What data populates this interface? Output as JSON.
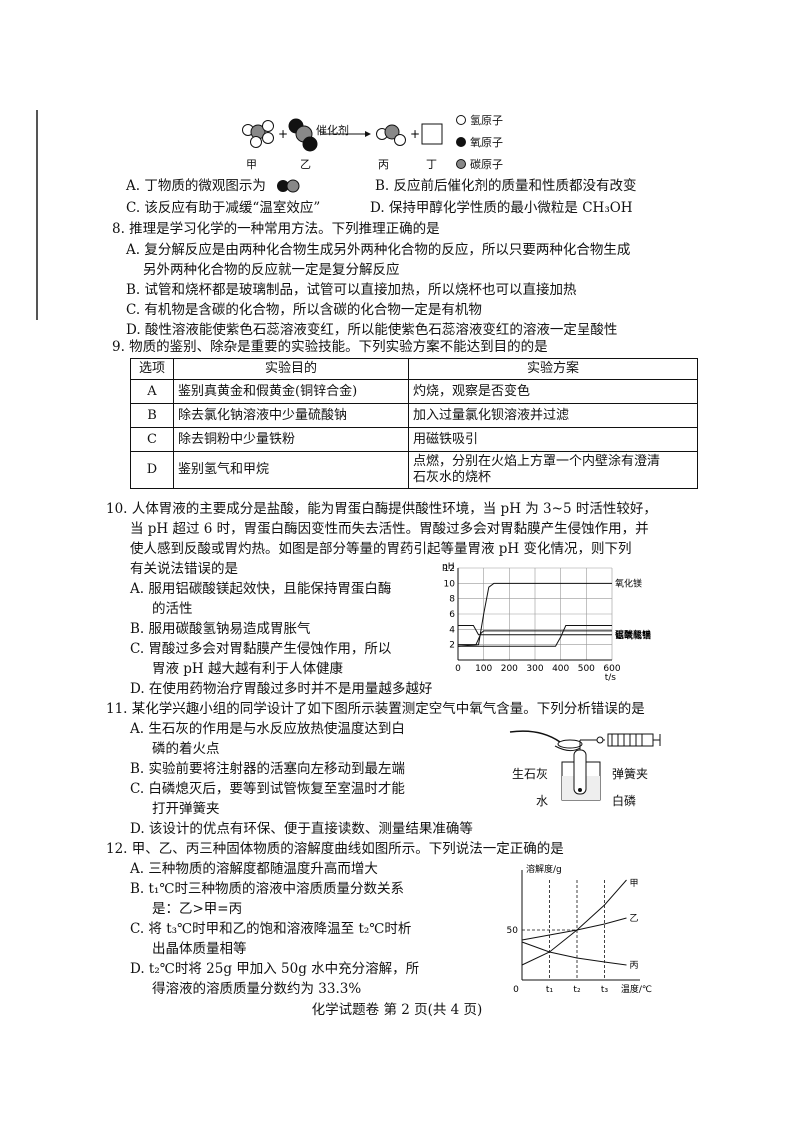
{
  "q7": {
    "mol_labels": [
      "甲",
      "乙",
      "丙",
      "丁"
    ],
    "catalyst": "催化剂",
    "legend": [
      {
        "icon": "hydrogen-atom",
        "label": "氢原子"
      },
      {
        "icon": "oxygen-atom",
        "label": "氧原子"
      },
      {
        "icon": "carbon-atom",
        "label": "碳原子"
      }
    ],
    "options": {
      "A": "A. 丁物质的微观图示为",
      "B": "B. 反应前后催化剂的质量和性质都没有改变",
      "C": "C. 该反应有助于减缓“温室效应”",
      "D": "D. 保持甲醇化学性质的最小微粒是 CH₃OH"
    }
  },
  "q8": {
    "stem": "8. 推理是学习化学的一种常用方法。下列推理正确的是",
    "A1": "A. 复分解反应是由两种化合物生成另外两种化合物的反应，所以只要两种化合物生成",
    "A2": "另外两种化合物的反应就一定是复分解反应",
    "B": "B. 试管和烧杯都是玻璃制品，试管可以直接加热，所以烧杯也可以直接加热",
    "C": "C. 有机物是含碳的化合物，所以含碳的化合物一定是有机物",
    "D": "D. 酸性溶液能使紫色石蕊溶液变红，所以能使紫色石蕊溶液变红的溶液一定呈酸性"
  },
  "q9": {
    "stem": "9. 物质的鉴别、除杂是重要的实验技能。下列实验方案不能达到目的的是",
    "headers": [
      "选项",
      "实验目的",
      "实验方案"
    ],
    "rows": [
      {
        "opt": "A",
        "aim": "鉴别真黄金和假黄金(铜锌合金)",
        "plan1": "灼烧，观察是否变色",
        "plan2": ""
      },
      {
        "opt": "B",
        "aim": "除去氯化钠溶液中少量硫酸钠",
        "plan1": "加入过量氯化钡溶液并过滤",
        "plan2": ""
      },
      {
        "opt": "C",
        "aim": "除去铜粉中少量铁粉",
        "plan1": "用磁铁吸引",
        "plan2": ""
      },
      {
        "opt": "D",
        "aim": "鉴别氢气和甲烷",
        "plan1": "点燃，分别在火焰上方罩一个内壁涂有澄清",
        "plan2": "石灰水的烧杯"
      }
    ]
  },
  "q10": {
    "l1": "10. 人体胃液的主要成分是盐酸，能为胃蛋白酶提供酸性环境，当 pH 为 3~5 时活性较好，",
    "l2": "当 pH 超过 6 时，胃蛋白酶因变性而失去活性。胃酸过多会对胃黏膜产生侵蚀作用，并",
    "l3": "使人感到反酸或胃灼热。如图是部分等量的胃药引起等量胃液 pH 变化情况，则下列",
    "l4": "有关说法错误的是",
    "A1": "A. 服用铝碳酸镁起效快，且能保持胃蛋白酶",
    "A2": "的活性",
    "B": "B. 服用碳酸氢钠易造成胃胀气",
    "C1": "C. 胃酸过多会对胃黏膜产生侵蚀作用，所以",
    "C2": "胃液 pH 越大越有利于人体健康",
    "D": "D. 在使用药物治疗胃酸过多时并不是用量越多越好"
  },
  "q11": {
    "stem": "11. 某化学兴趣小组的同学设计了如下图所示装置测定空气中氧气含量。下列分析错误的是",
    "A1": "A. 生石灰的作用是与水反应放热使温度达到白",
    "A2": "磷的着火点",
    "B": "B. 实验前要将注射器的活塞向左移动到最左端",
    "C1": "C. 白磷熄灭后，要等到试管恢复至室温时才能",
    "C2": "打开弹簧夹",
    "D": "D. 该设计的优点有环保、便于直接读数、测量结果准确等",
    "labels": {
      "quicklime": "生石灰",
      "clamp": "弹簧夹",
      "water": "水",
      "phosphorus": "白磷"
    }
  },
  "q12": {
    "stem": "12. 甲、乙、丙三种固体物质的溶解度曲线如图所示。下列说法一定正确的是",
    "A": "A. 三种物质的溶解度都随温度升高而增大",
    "B1": "B. t₁℃时三种物质的溶液中溶质质量分数关系",
    "B2": "是：乙>甲=丙",
    "C1": "C. 将 t₃℃时甲和乙的饱和溶液降温至 t₂℃时析",
    "C2": "出晶体质量相等",
    "D1": "D. t₂℃时将 25g 甲加入 50g 水中充分溶解，所",
    "D2": "得溶液的溶质质量分数约为 33.3%"
  },
  "footer": "化学试题卷  第 2 页(共 4 页)",
  "chart_data": [
    {
      "type": "line",
      "title": "",
      "xlabel": "t/s",
      "ylabel": "pH",
      "xlim": [
        0,
        600
      ],
      "ylim": [
        0,
        12
      ],
      "xticks": [
        "0",
        "100",
        "200",
        "300",
        "400",
        "500",
        "600"
      ],
      "yticks": [
        "2",
        "4",
        "6",
        "8",
        "10",
        "12"
      ],
      "grid": true,
      "series": [
        {
          "name": "氧化镁",
          "x": [
            0,
            80,
            100,
            120,
            140,
            600
          ],
          "y": [
            1.8,
            2,
            6,
            9.5,
            10,
            10
          ]
        },
        {
          "name": "碳酸氢钠",
          "x": [
            0,
            60,
            80,
            600
          ],
          "y": [
            4.5,
            4.5,
            3.3,
            3.3
          ]
        },
        {
          "name": "铝碳酸镁",
          "x": [
            0,
            70,
            90,
            100,
            600
          ],
          "y": [
            2,
            2,
            3.5,
            3.8,
            3.8
          ]
        },
        {
          "name": "氢氧化铝",
          "x": [
            0,
            380,
            400,
            420,
            600
          ],
          "y": [
            1.8,
            1.8,
            3,
            4.5,
            4.5
          ]
        }
      ]
    },
    {
      "type": "line",
      "title": "",
      "xlabel": "温度/℃",
      "ylabel": "溶解度/g",
      "yticks": [
        "50"
      ],
      "xticks": [
        "0",
        "t₁",
        "t₂",
        "t₃"
      ],
      "series": [
        {
          "name": "甲",
          "x": [
            0,
            1,
            2,
            3,
            3.8
          ],
          "y": [
            15,
            28,
            50,
            75,
            100
          ]
        },
        {
          "name": "乙",
          "x": [
            0,
            1,
            2,
            3,
            3.8
          ],
          "y": [
            40,
            45,
            50,
            56,
            62
          ]
        },
        {
          "name": "丙",
          "x": [
            0,
            1,
            2,
            3,
            3.8
          ],
          "y": [
            38,
            28,
            22,
            18,
            15
          ]
        }
      ]
    }
  ]
}
